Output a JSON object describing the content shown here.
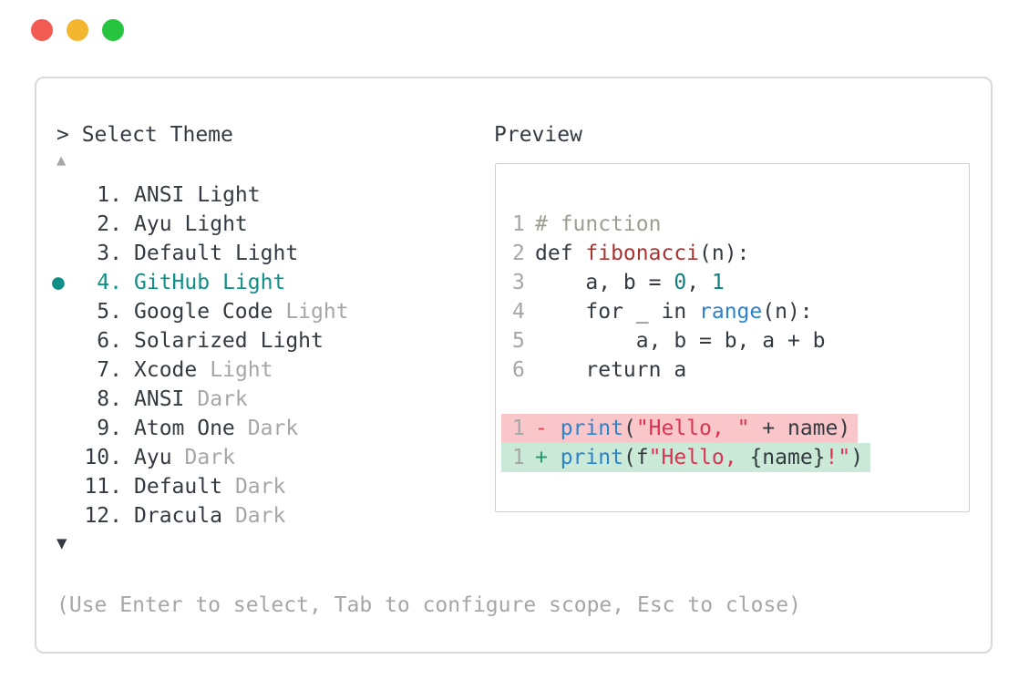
{
  "window": {
    "traffic_lights": [
      {
        "name": "close",
        "color_key": "traffic_red"
      },
      {
        "name": "minimize",
        "color_key": "traffic_yellow"
      },
      {
        "name": "zoom",
        "color_key": "traffic_green"
      }
    ]
  },
  "prompt": "> Select Theme",
  "icons": {
    "scroll_up": "▲",
    "scroll_down": "▼",
    "selected_bullet": "●"
  },
  "themes": [
    {
      "num": "1.",
      "name": "ANSI",
      "variant": "Light",
      "variant_muted": false,
      "selected": false
    },
    {
      "num": "2.",
      "name": "Ayu",
      "variant": "Light",
      "variant_muted": false,
      "selected": false
    },
    {
      "num": "3.",
      "name": "Default",
      "variant": "Light",
      "variant_muted": false,
      "selected": false
    },
    {
      "num": "4.",
      "name": "GitHub",
      "variant": "Light",
      "variant_muted": false,
      "selected": true
    },
    {
      "num": "5.",
      "name": "Google Code",
      "variant": "Light",
      "variant_muted": true,
      "selected": false
    },
    {
      "num": "6.",
      "name": "Solarized",
      "variant": "Light",
      "variant_muted": false,
      "selected": false
    },
    {
      "num": "7.",
      "name": "Xcode",
      "variant": "Light",
      "variant_muted": true,
      "selected": false
    },
    {
      "num": "8.",
      "name": "ANSI",
      "variant": "Dark",
      "variant_muted": true,
      "selected": false
    },
    {
      "num": "9.",
      "name": "Atom One",
      "variant": "Dark",
      "variant_muted": true,
      "selected": false
    },
    {
      "num": "10.",
      "name": "Ayu",
      "variant": "Dark",
      "variant_muted": true,
      "selected": false
    },
    {
      "num": "11.",
      "name": "Default",
      "variant": "Dark",
      "variant_muted": true,
      "selected": false
    },
    {
      "num": "12.",
      "name": "Dracula",
      "variant": "Dark",
      "variant_muted": true,
      "selected": false
    }
  ],
  "preview": {
    "label": "Preview",
    "code_lines": [
      {
        "num": "1",
        "bg": null,
        "tokens": [
          {
            "t": "# function",
            "c": "comment"
          }
        ]
      },
      {
        "num": "2",
        "bg": null,
        "tokens": [
          {
            "t": "def ",
            "c": "fg"
          },
          {
            "t": "fibonacci",
            "c": "func"
          },
          {
            "t": "(n):",
            "c": "fg"
          }
        ]
      },
      {
        "num": "3",
        "bg": null,
        "tokens": [
          {
            "t": "    a, b = ",
            "c": "fg"
          },
          {
            "t": "0",
            "c": "number"
          },
          {
            "t": ", ",
            "c": "fg"
          },
          {
            "t": "1",
            "c": "number"
          }
        ]
      },
      {
        "num": "4",
        "bg": null,
        "tokens": [
          {
            "t": "    for _ in ",
            "c": "fg"
          },
          {
            "t": "range",
            "c": "builtin"
          },
          {
            "t": "(n):",
            "c": "fg"
          }
        ]
      },
      {
        "num": "5",
        "bg": null,
        "tokens": [
          {
            "t": "        a, b = b, a + b",
            "c": "fg"
          }
        ]
      },
      {
        "num": "6",
        "bg": null,
        "tokens": [
          {
            "t": "    return a",
            "c": "fg"
          }
        ]
      },
      {
        "num": "",
        "bg": null,
        "tokens": []
      },
      {
        "num": "1",
        "bg": "del",
        "tokens": [
          {
            "t": "- ",
            "c": "del-marker"
          },
          {
            "t": "print",
            "c": "builtin"
          },
          {
            "t": "(",
            "c": "fg"
          },
          {
            "t": "\"Hello, \"",
            "c": "string"
          },
          {
            "t": " + name)",
            "c": "fg"
          }
        ]
      },
      {
        "num": "1",
        "bg": "add",
        "tokens": [
          {
            "t": "+ ",
            "c": "add-marker"
          },
          {
            "t": "print",
            "c": "builtin"
          },
          {
            "t": "(f",
            "c": "fg"
          },
          {
            "t": "\"Hello, ",
            "c": "string"
          },
          {
            "t": "{name}",
            "c": "fg"
          },
          {
            "t": "!\"",
            "c": "string"
          },
          {
            "t": ")",
            "c": "fg"
          }
        ]
      }
    ]
  },
  "hint": "(Use Enter to select, Tab to configure scope, Esc to close)",
  "colors": {
    "fg": "#333a41",
    "muted": "#a6a6a6",
    "arrow_muted": "#a8a8a8",
    "selected": "#0f8f86",
    "comment": "#9aa08f",
    "func": "#a93432",
    "number": "#107f7d",
    "builtin": "#2b82cd",
    "string": "#dc3352",
    "del_marker": "#d64550",
    "add_marker": "#18996f",
    "del_bg": "#f9c7ca",
    "add_bg": "#cbe9d7",
    "panel_border": "#d9d9d9",
    "box_border": "#cfcfcf",
    "traffic_red": "#f15b51",
    "traffic_yellow": "#f3b62f",
    "traffic_green": "#27c53f"
  }
}
